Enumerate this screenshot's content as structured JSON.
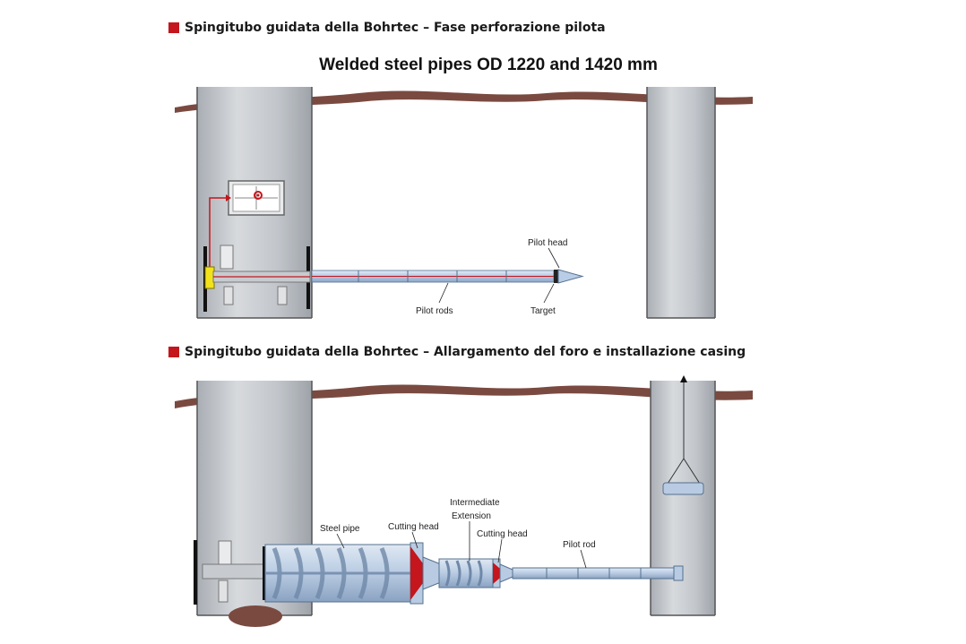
{
  "headings": {
    "pilot_phase": "Spingitubo guidata della Bohrtec – Fase perforazione pilota",
    "reaming_phase": "Spingitubo guidata della Bohrtec – Allargamento del foro e installazione casing"
  },
  "title": "Welded steel pipes OD 1220 and 1420 mm",
  "diagram1": {
    "labels": {
      "pilot_head": "Pilot head",
      "pilot_rods": "Pilot rods",
      "target": "Target"
    }
  },
  "diagram2": {
    "labels": {
      "steel_pipe": "Steel pipe",
      "cutting_head_1": "Cutting head",
      "intermediate_1": "Intermediate",
      "intermediate_2": "Extension",
      "cutting_head_2": "Cutting head",
      "pilot_rod": "Pilot rod"
    }
  },
  "colors": {
    "accent_red": "#c4161c",
    "soil": "#7a4a40",
    "shaft": "#c9cdd2",
    "pipe_blue": "#b9cde6"
  }
}
